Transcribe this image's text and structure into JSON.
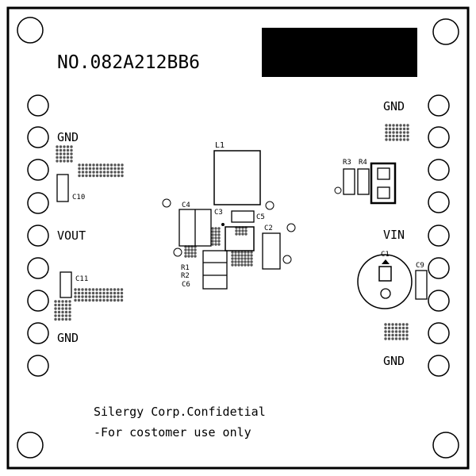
{
  "board": {
    "part_number": "NO.082A212BB6",
    "footer_line1": "Silergy Corp.Confidetial",
    "footer_line2": "-For costomer use only"
  },
  "left_labels": {
    "gnd_top": "GND",
    "vout": "VOUT",
    "gnd_bottom": "GND"
  },
  "right_labels": {
    "gnd_top": "GND",
    "vin": "VIN",
    "gnd_bottom": "GND"
  },
  "components": {
    "l1": "L1",
    "c1": "C1",
    "c2": "C2",
    "c3": "C3",
    "c4": "C4",
    "c5": "C5",
    "c6": "C6",
    "c9": "C9",
    "c10": "C10",
    "c11": "C11",
    "r1": "R1",
    "r2": "R2",
    "r3": "R3",
    "r4": "R4"
  },
  "colors": {
    "ink": "#000000",
    "board": "#ffffff",
    "via": "#555555"
  }
}
